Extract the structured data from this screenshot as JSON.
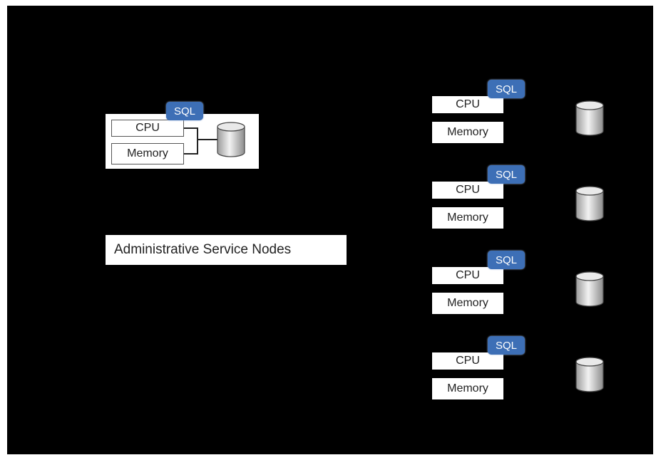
{
  "admin": {
    "tag": "SQL",
    "cpu": "CPU",
    "memory": "Memory",
    "caption": "Administrative Service Nodes",
    "icon": "database-icon"
  },
  "compute_nodes": [
    {
      "tag": "SQL",
      "cpu": "CPU",
      "memory": "Memory",
      "icon": "database-icon"
    },
    {
      "tag": "SQL",
      "cpu": "CPU",
      "memory": "Memory",
      "icon": "database-icon"
    },
    {
      "tag": "SQL",
      "cpu": "CPU",
      "memory": "Memory",
      "icon": "database-icon"
    },
    {
      "tag": "SQL",
      "cpu": "CPU",
      "memory": "Memory",
      "icon": "database-icon"
    }
  ],
  "colors": {
    "background": "#000000",
    "sql_tag": "#3d6fb6",
    "box": "#ffffff"
  }
}
